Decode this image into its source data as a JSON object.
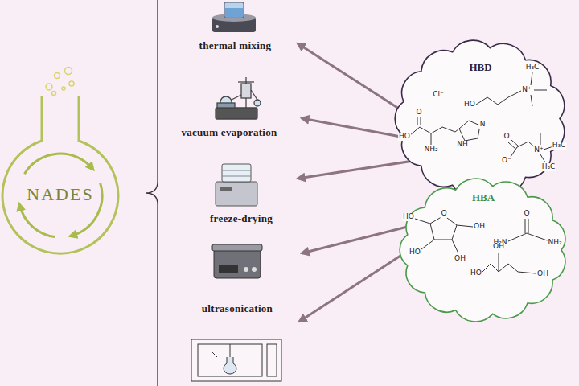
{
  "diagram": {
    "nodes": [
      {
        "text": [
          "NADES"
        ]
      },
      {
        "text": [
          "thermal mixing"
        ]
      },
      {
        "text": [
          "vacuum evaporation"
        ]
      },
      {
        "text": [
          "freeze-drying"
        ]
      },
      {
        "text": [
          "ultrasonication"
        ]
      },
      {
        "text": [
          "HBD"
        ]
      },
      {
        "text": [
          "HBA"
        ]
      }
    ],
    "edges": [
      {
        "from": 5,
        "to": 1,
        "arrow": "to"
      },
      {
        "from": 5,
        "to": 2,
        "arrow": "to"
      },
      {
        "from": 5,
        "to": 3,
        "arrow": "to"
      },
      {
        "from": 6,
        "to": 4,
        "arrow": "to"
      }
    ],
    "labels": [
      "Cl⁻",
      "HO",
      "N⁺",
      "HO",
      "O",
      "NH₂",
      "N",
      "NH",
      "O",
      "O⁻",
      "N⁺",
      "H₃C",
      "H₃C",
      "H₃C",
      "HO",
      "O",
      "OH",
      "HO",
      "OH",
      "O",
      "H₂N",
      "NH₂",
      "HO",
      "OH",
      "OH"
    ]
  }
}
